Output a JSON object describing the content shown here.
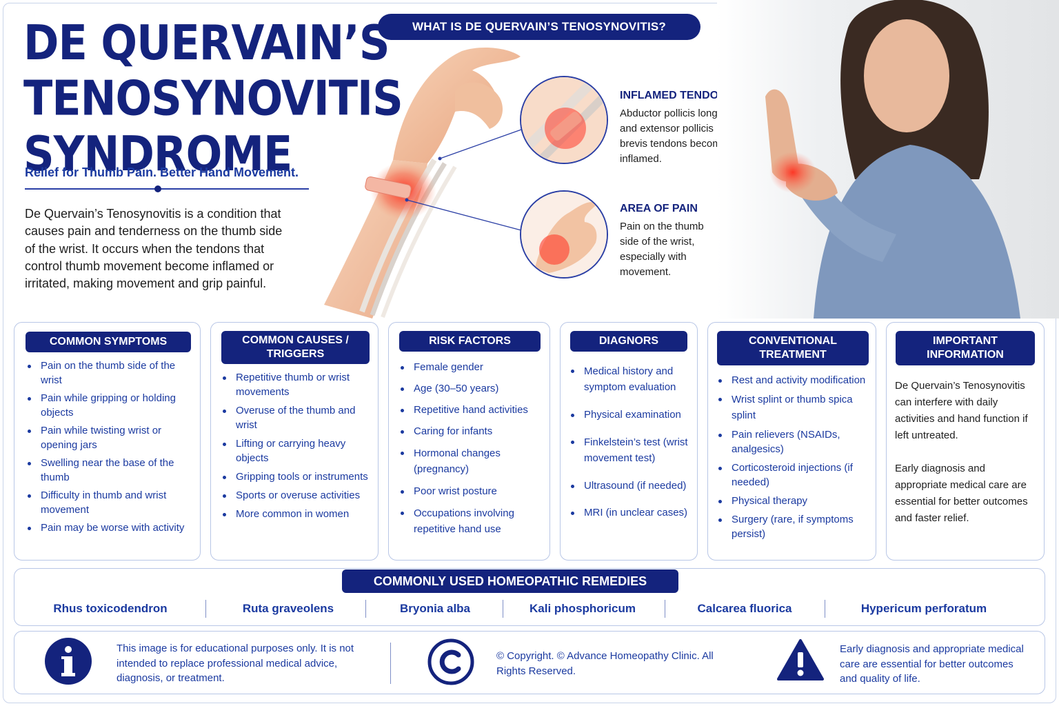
{
  "title": {
    "line1": "DE QUERVAIN’S",
    "line2": "TENOSYNOVITIS",
    "line3": "SYNDROME"
  },
  "subtitle": "Relief for Thumb Pain. Better Hand Movement.",
  "intro": "De Quervain’s Tenosynovitis is a condition that causes pain and tenderness on the thumb side of the wrist. It occurs when the tendons that control thumb movement become inflamed or irritated, making movement and grip painful.",
  "hero": {
    "pill": "WHAT IS DE QUERVAIN’S TENOSYNOVITIS?",
    "callouts": [
      {
        "heading": "INFLAMED TENDONS",
        "lines": [
          "Abductor pollicis longus",
          "and extensor pollicis",
          "brevis tendons become",
          "inflamed."
        ]
      },
      {
        "heading": "AREA OF PAIN",
        "lines": [
          "Pain on the thumb",
          "side of the wrist,",
          "especially with",
          "movement."
        ]
      }
    ]
  },
  "cards": {
    "symptoms": {
      "heading": "COMMON SYMPTOMS",
      "items": [
        "Pain on the thumb side of the wrist",
        "Pain while gripping or holding objects",
        "Pain while twisting wrist or opening jars",
        "Swelling near the base of the thumb",
        "Difficulty in thumb and wrist movement",
        "Pain may be worse with activity"
      ]
    },
    "causes": {
      "heading": "COMMON CAUSES / TRIGGERS",
      "items": [
        "Repetitive thumb or wrist movements",
        "Overuse of the thumb and wrist",
        "Lifting or carrying heavy objects",
        "Gripping tools or instruments",
        "Sports or overuse activities",
        "More common in women"
      ]
    },
    "risk": {
      "heading": "RISK FACTORS",
      "items": [
        "Female gender",
        "Age (30–50 years)",
        "Repetitive hand activities",
        "Caring for infants",
        "Hormonal changes (pregnancy)",
        "Poor wrist posture",
        "Occupations involving repetitive hand use"
      ]
    },
    "diagnosis": {
      "heading": "DIAGNORS",
      "items": [
        "Medical history and symptom evaluation",
        "Physical examination",
        "Finkelstein’s test (wrist movement test)",
        "Ultrasound (if needed)",
        "MRI (in unclear cases)"
      ]
    },
    "treatment": {
      "heading": "CONVENTIONAL TREATMENT",
      "items": [
        "Rest and activity modification",
        "Wrist splint or thumb spica splint",
        "Pain relievers (NSAIDs, analgesics)",
        "Corticosteroid injections (if needed)",
        "Physical therapy",
        "Surgery (rare, if symptoms persist)"
      ]
    },
    "important": {
      "heading": "IMPORTANT INFORMATION",
      "para1": "De Quervain’s Tenosynovitis can interfere with daily activities and hand function if left untreated.",
      "para2": "Early diagnosis and appropriate medical care are essential for better outcomes and faster relief."
    }
  },
  "remedies": {
    "heading": "COMMONLY USED HOMEOPATHIC REMEDIES",
    "items": [
      "Rhus toxicodendron",
      "Ruta graveolens",
      "Bryonia alba",
      "Kali phosphoricum",
      "Calcarea fluorica",
      "Hypericum perforatum"
    ]
  },
  "footer": {
    "disclaimer": "This image is for educational purposes only. It is not intended to replace professional medical advice, diagnosis, or treatment.",
    "copyright": "© Copyright.  © Advance Homeopathy Clinic. All Rights Reserved.",
    "note": "Early diagnosis and appropriate medical care are essential for better outcomes and quality of life.",
    "icons": [
      "info-icon",
      "copyright-icon",
      "warning-icon"
    ]
  },
  "colors": {
    "navy": "#14237d",
    "blue_text": "#1b3aa0",
    "inflammation": "#e8413a",
    "border": "#b8c6e6"
  }
}
